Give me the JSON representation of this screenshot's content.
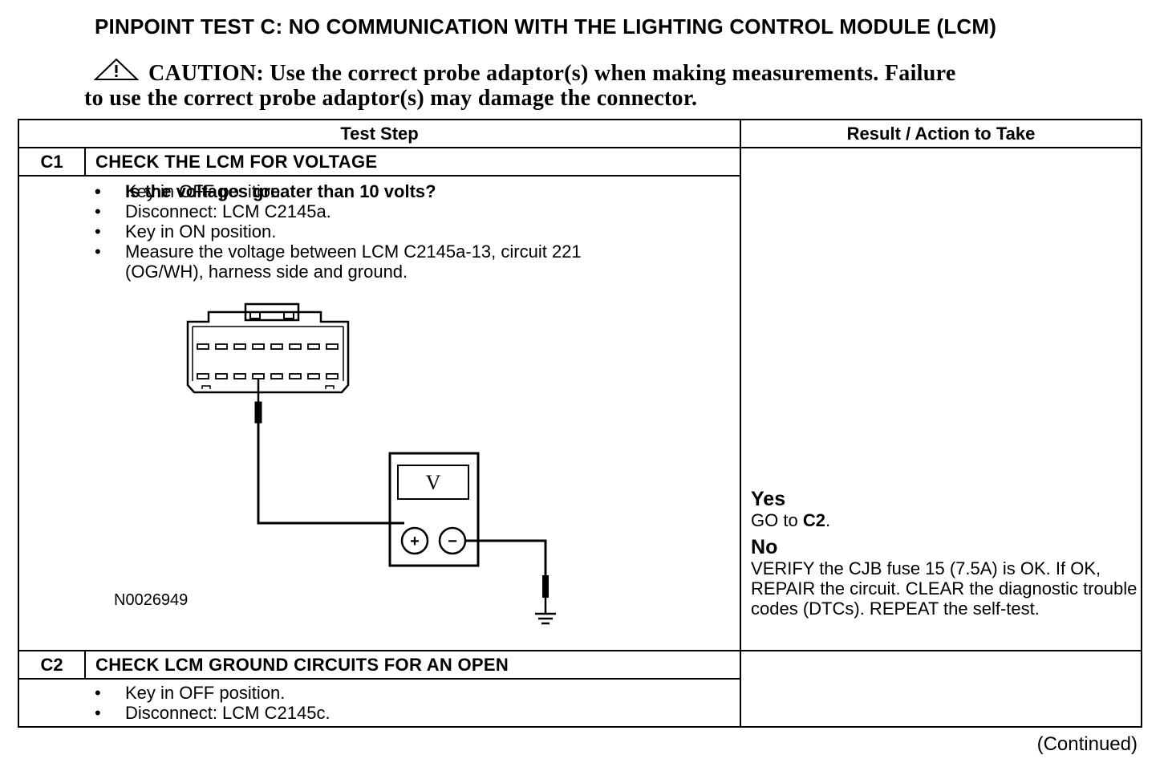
{
  "title": "PINPOINT TEST  C: NO COMMUNICATION WITH THE LIGHTING CONTROL MODULE (LCM)",
  "caution": {
    "icon": "warning-triangle-icon",
    "line1": "CAUTION: Use the correct probe adaptor(s) when making measurements. Failure",
    "line2": "to use the correct probe adaptor(s) may damage the connector."
  },
  "table": {
    "header_step": "Test Step",
    "header_result": "Result / Action to Take"
  },
  "c1": {
    "id": "C1",
    "title": "CHECK THE LCM FOR VOLTAGE",
    "bullets": [
      "Key in OFF position.",
      "Disconnect: LCM C2145a.",
      "Key in ON position.",
      "Measure the voltage between LCM C2145a-13, circuit 221",
      "(OG/WH), harness side and ground."
    ],
    "figure_id": "N0026949",
    "meter_symbol": "V",
    "plus": "+",
    "minus": "−",
    "question": "Is the voltages greater than 10 volts?",
    "yes_label": "Yes",
    "yes_text_pre": "GO to ",
    "yes_target": "C2",
    "yes_text_post": ".",
    "no_label": "No",
    "no_text": "VERIFY the CJB fuse 15 (7.5A) is OK. If OK, REPAIR the circuit. CLEAR the diagnostic trouble codes (DTCs). REPEAT the self-test."
  },
  "c2": {
    "id": "C2",
    "title": "CHECK LCM GROUND CIRCUITS FOR AN OPEN",
    "bullets": [
      "Key in OFF position.",
      "Disconnect: LCM C2145c."
    ]
  },
  "continued": "(Continued)"
}
